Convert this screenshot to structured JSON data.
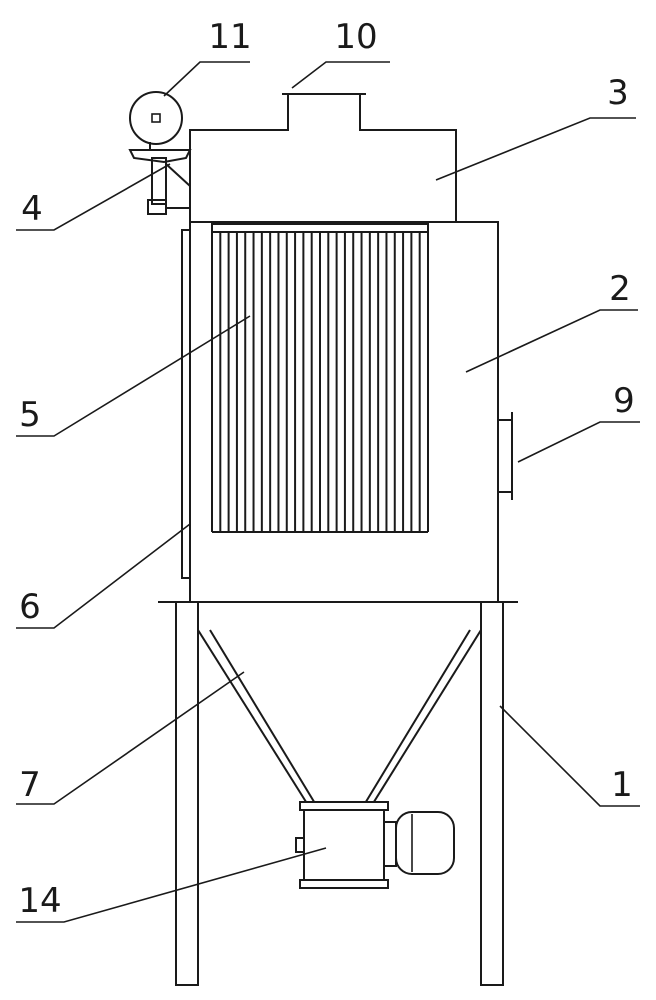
{
  "labels": {
    "l1": "1",
    "l2": "2",
    "l3": "3",
    "l4": "4",
    "l5": "5",
    "l6": "6",
    "l7": "7",
    "l9": "9",
    "l10": "10",
    "l11": "11",
    "l14": "14"
  },
  "colors": {
    "stroke": "#1a1a1a",
    "background": "#ffffff"
  }
}
